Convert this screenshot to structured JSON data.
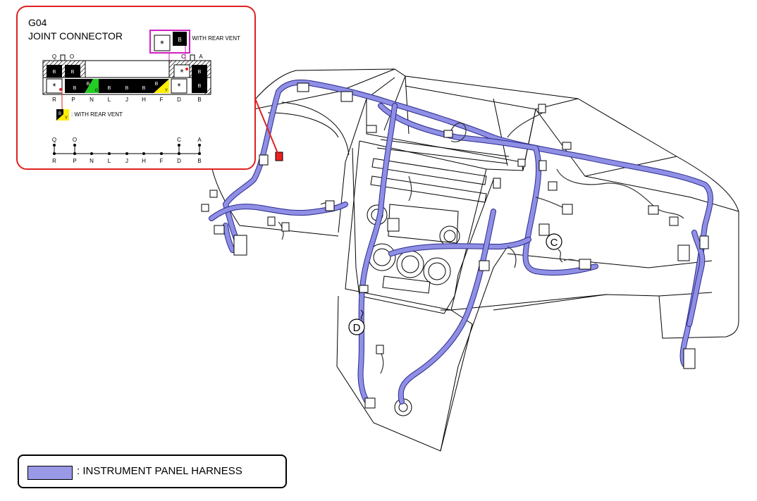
{
  "inset": {
    "code": "G04",
    "title": "JOINT CONNECTOR",
    "note_rear_vent": ": WITH REAR VENT",
    "note_rear_vent_2": ": WITH REAR VENT",
    "box_b_label": "B",
    "asterisk": "*",
    "top_pins": {
      "q": "Q",
      "o": "O",
      "c": "C",
      "a": "A"
    },
    "bottom_pins": [
      "R",
      "P",
      "N",
      "L",
      "J",
      "H",
      "F",
      "D",
      "B"
    ],
    "cell_b": "B",
    "cell_y": "Y",
    "cell_g": "G",
    "schematic_top": {
      "q": "Q",
      "o": "O",
      "c": "C",
      "a": "A"
    },
    "schematic_bottom": [
      "R",
      "P",
      "N",
      "L",
      "J",
      "H",
      "F",
      "D",
      "B"
    ]
  },
  "markers": {
    "c": "C",
    "d": "D"
  },
  "legend": {
    "text": ": INSTRUMENT PANEL HARNESS"
  },
  "colors": {
    "harness": "#9999e8",
    "inset_border": "#e02020",
    "magenta_box": "#d020c0",
    "green": "#22cc22",
    "yellow": "#ffee00",
    "red_connector": "#ee2020"
  }
}
